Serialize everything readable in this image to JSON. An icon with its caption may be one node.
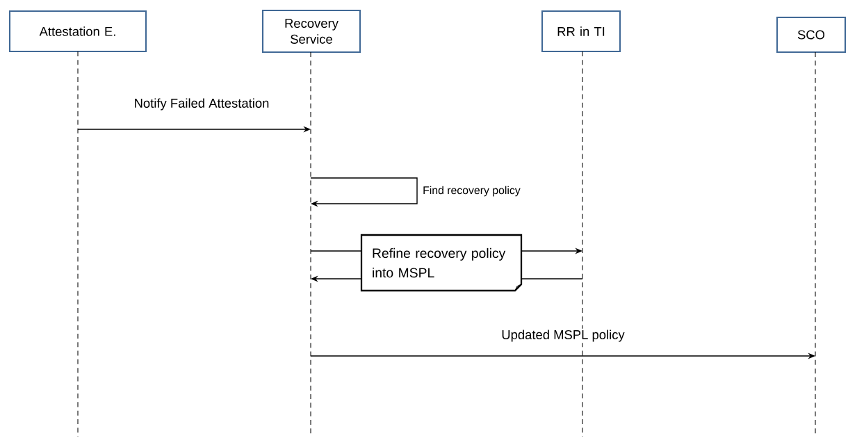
{
  "diagram": {
    "nodes": [
      {
        "text": [
          "Attestation E."
        ]
      },
      {
        "text": [
          "Recovery Service"
        ]
      },
      {
        "text": [
          "RR in TI"
        ]
      },
      {
        "text": [
          "SCO"
        ]
      },
      {
        "text": [
          "Refine recovery policy into MSPL"
        ]
      },
      {
        "text": [],
        "shape": "line"
      },
      {
        "text": [],
        "shape": "line"
      },
      {
        "text": [],
        "shape": "line"
      },
      {
        "text": [],
        "shape": "line"
      }
    ],
    "edges": [
      {
        "from": 5,
        "to": 6,
        "arrow": "to",
        "label": "Notify Failed Attestation"
      },
      {
        "from": 6,
        "to": 6,
        "arrow": "to",
        "label": "Find recovery policy"
      },
      {
        "from": 6,
        "to": 4,
        "arrow": "none"
      },
      {
        "from": 4,
        "to": 7,
        "arrow": "to"
      },
      {
        "from": 7,
        "to": 4,
        "arrow": "none"
      },
      {
        "from": 4,
        "to": 6,
        "arrow": "to"
      },
      {
        "from": 6,
        "to": 8,
        "arrow": "to",
        "label": "Updated MSPL policy"
      }
    ]
  }
}
